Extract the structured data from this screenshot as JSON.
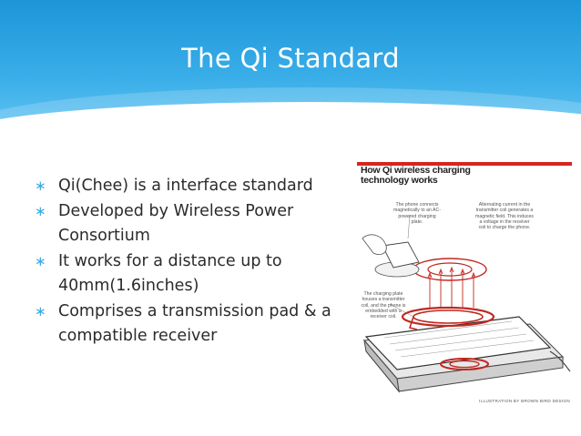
{
  "slide": {
    "title": "The Qi Standard",
    "bullet_glyph": "∗",
    "bullets": [
      "Qi(Chee) is a interface standard",
      "Developed by Wireless Power Consortium",
      "It works for a distance up to 40mm(1.6inches)",
      "Comprises a transmission pad & a compatible receiver"
    ]
  },
  "illustration": {
    "title_line1": "How Qi wireless charging",
    "title_line2": "technology works",
    "note_phone": "The phone connects magnetically to an AC-powered charging plate.",
    "note_current": "Alternating current in the transmitter coil generates a magnetic field. This induces a voltage in the receiver coil to charge the phone.",
    "note_plate": "The charging plate houses a transmitter coil, and the phone is embedded with a receiver coil.",
    "credit": "ILLUSTRATION BY BROWN BIRD DESIGN"
  },
  "colors": {
    "header_top": "#1e95d8",
    "header_bottom": "#5cc1f1",
    "bullet_accent": "#3ba9e2",
    "brand_red": "#d6241f"
  }
}
